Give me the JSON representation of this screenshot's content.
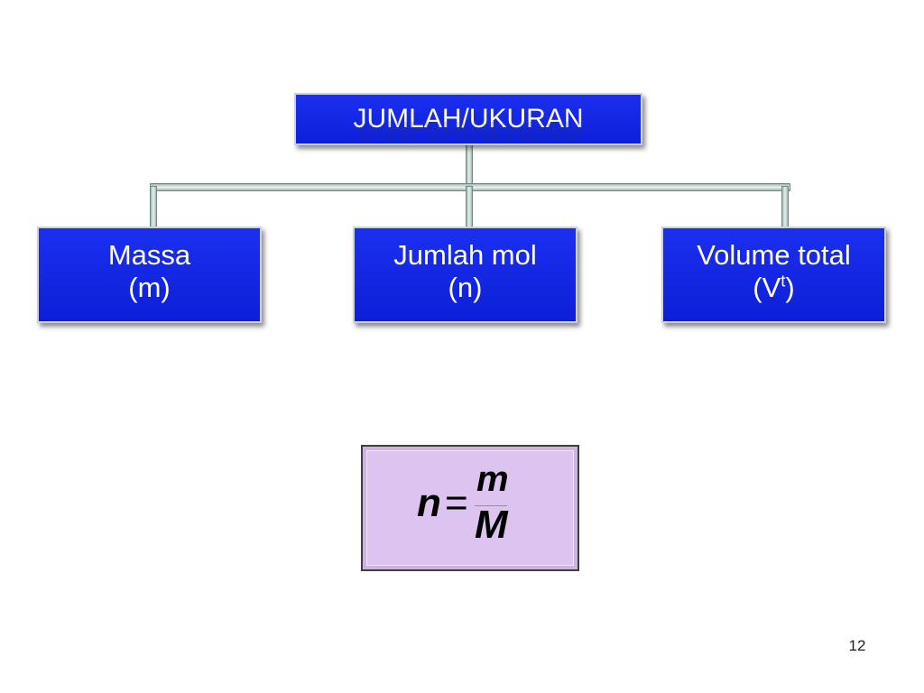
{
  "diagram": {
    "root": {
      "label": "JUMLAH/UKURAN"
    },
    "children": [
      {
        "name": "Massa",
        "symbol": "(m)"
      },
      {
        "name": "Jumlah mol",
        "symbol": "(n)"
      },
      {
        "name": "Volume total",
        "symbol_prefix": "(V",
        "symbol_sup": "t",
        "symbol_suffix": ")"
      }
    ]
  },
  "formula": {
    "lhs": "n",
    "equals": "=",
    "numerator": "m",
    "denominator": "M"
  },
  "page": {
    "number": "12"
  }
}
